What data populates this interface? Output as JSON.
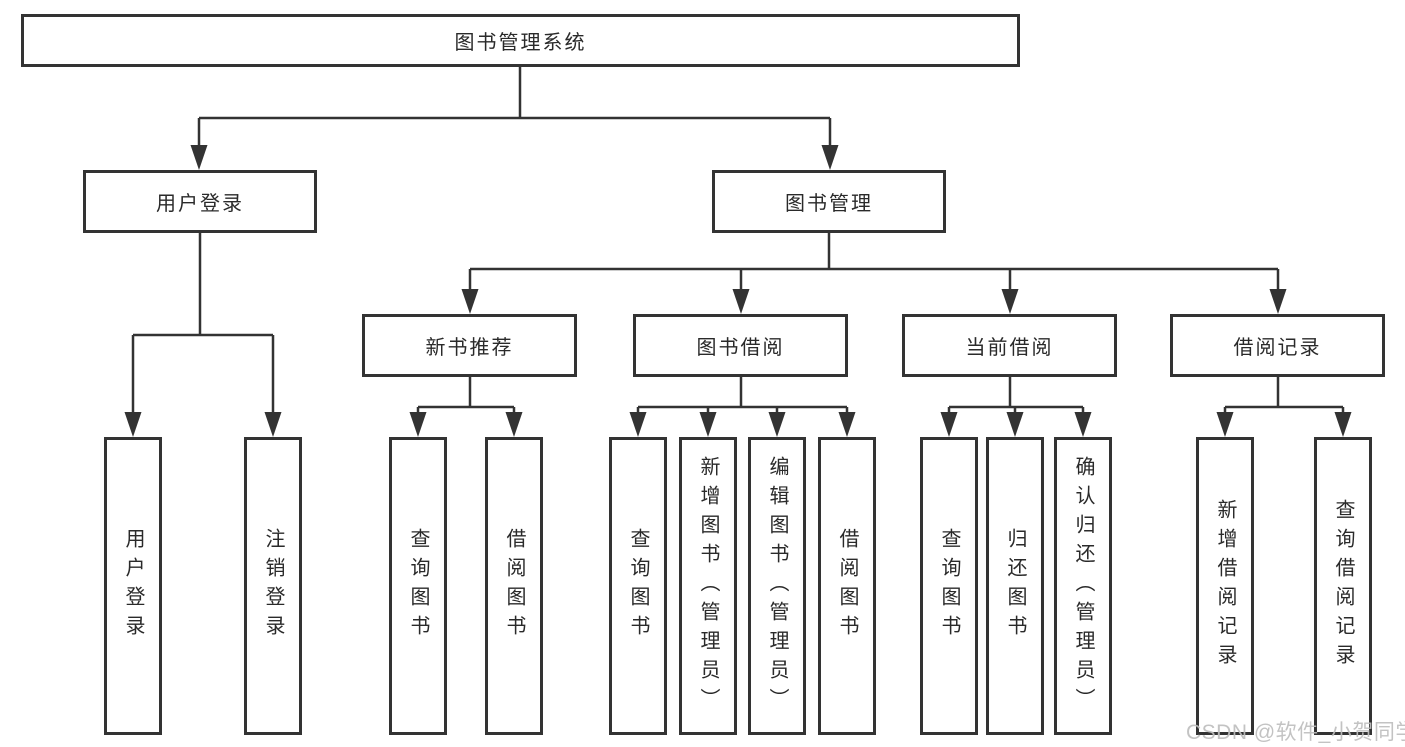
{
  "diagram": {
    "root": {
      "label": "图书管理系统"
    },
    "level2": [
      {
        "label": "用户登录"
      },
      {
        "label": "图书管理"
      }
    ],
    "level3": [
      {
        "label": "新书推荐"
      },
      {
        "label": "图书借阅"
      },
      {
        "label": "当前借阅"
      },
      {
        "label": "借阅记录"
      }
    ],
    "leaves": {
      "user_login": [
        "用户登录",
        "注销登录"
      ],
      "new_book": [
        "查询图书",
        "借阅图书"
      ],
      "book_borrow": [
        "查询图书",
        "新增图书（管理员）",
        "编辑图书（管理员）",
        "借阅图书"
      ],
      "current_borrow": [
        "查询图书",
        "归还图书",
        "确认归还（管理员）"
      ],
      "borrow_record": [
        "新增借阅记录",
        "查询借阅记录"
      ]
    }
  },
  "watermark": {
    "text": "CSDN @软件_小贺同学"
  },
  "colors": {
    "line": "#333333",
    "box_border": "#333333",
    "text": "#2a2a2a",
    "watermark": "#bebebe",
    "background": "#ffffff"
  }
}
